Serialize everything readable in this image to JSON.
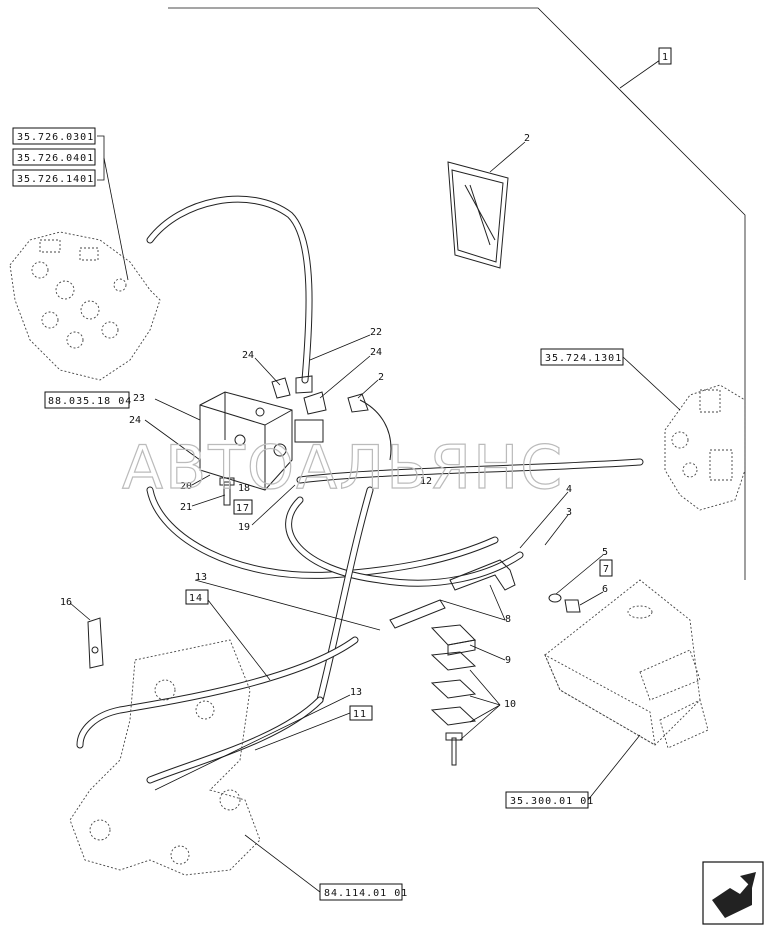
{
  "watermark": "АВТОАЛЬЯНС",
  "reference_boxes": {
    "top_right": "1",
    "valve_1": "35.726.0301",
    "valve_2": "35.726.0401",
    "valve_3": "35.726.1401",
    "block": "88.035.18 04",
    "right_valve": "35.724.1301",
    "item_17": "17",
    "item_7": "7",
    "item_14": "14",
    "item_11": "11",
    "tank": "35.300.01 01",
    "frame": "84.114.01 01"
  },
  "callouts": {
    "c2a": "2",
    "c22": "22",
    "c24a": "24",
    "c2b": "2",
    "c24b": "24",
    "c23": "23",
    "c24c": "24",
    "c20": "20",
    "c18": "18",
    "c21": "21",
    "c19": "19",
    "c12": "12",
    "c4": "4",
    "c3": "3",
    "c5": "5",
    "c6": "6",
    "c13a": "13",
    "c16": "16",
    "c8": "8",
    "c9": "9",
    "c10": "10",
    "c13b": "13"
  },
  "icons": {
    "nav": "next-page-arrow-icon"
  }
}
